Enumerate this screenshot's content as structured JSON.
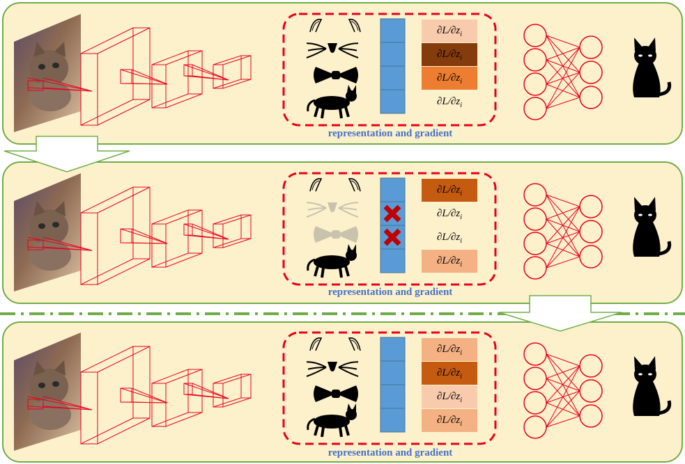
{
  "colors": {
    "panel_bg": "#fdf1cc",
    "panel_border": "#70ad47",
    "network_lines": "#e8001c",
    "representation_bar": "#5b9bd5",
    "dashed_box": "#e8001c",
    "label_text": "#4472c4",
    "grad_light": "#f8cbad",
    "grad_medium": "#f4b183",
    "grad_orange": "#ed7d31",
    "grad_dark": "#843c0c",
    "grad_darker": "#c55a11"
  },
  "panels": [
    {
      "representation_label": "representation and gradient",
      "feature_icons": [
        "cat-ears-icon",
        "cat-whiskers-icon",
        "bow-tie-icon",
        "walking-cat-icon"
      ],
      "dropped_features": [],
      "gradients": [
        {
          "label": "∂L/∂z",
          "sub": "i",
          "fill": "#f8cbad"
        },
        {
          "label": "∂L/∂z",
          "sub": "i",
          "fill": "#843c0c"
        },
        {
          "label": "∂L/∂z",
          "sub": "i",
          "fill": "#ed7d31"
        },
        {
          "label": "∂L/∂z",
          "sub": "i",
          "fill": "none"
        }
      ]
    },
    {
      "representation_label": "representation and gradient",
      "feature_icons": [
        "cat-ears-icon",
        "cat-whiskers-icon",
        "bow-tie-icon",
        "walking-cat-icon"
      ],
      "dropped_features": [
        1,
        2
      ],
      "gradients": [
        {
          "label": "∂L/∂z",
          "sub": "i",
          "fill": "#c55a11"
        },
        {
          "label": "∂L/∂z",
          "sub": "i",
          "fill": "none"
        },
        {
          "label": "∂L/∂z",
          "sub": "i",
          "fill": "none"
        },
        {
          "label": "∂L/∂z",
          "sub": "i",
          "fill": "#f4b183"
        }
      ]
    },
    {
      "representation_label": "representation and gradient",
      "feature_icons": [
        "cat-ears-icon",
        "cat-whiskers-icon",
        "bow-tie-icon",
        "walking-cat-icon"
      ],
      "dropped_features": [],
      "gradients": [
        {
          "label": "∂L/∂z",
          "sub": "i",
          "fill": "#f4b183"
        },
        {
          "label": "∂L/∂z",
          "sub": "i",
          "fill": "#c55a11"
        },
        {
          "label": "∂L/∂z",
          "sub": "i",
          "fill": "#f8cbad"
        },
        {
          "label": "∂L/∂z",
          "sub": "i",
          "fill": "#f4b183"
        }
      ]
    }
  ]
}
